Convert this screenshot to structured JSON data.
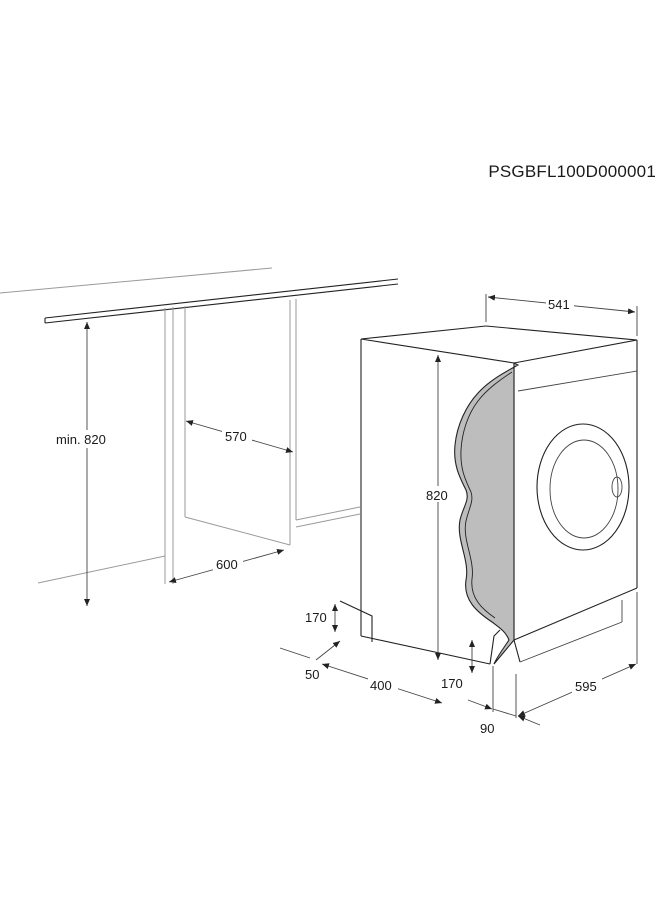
{
  "document": {
    "code": "PSGBFL100D000001"
  },
  "dimensions": {
    "d541": "541",
    "d570": "570",
    "min820": "min. 820",
    "d820": "820",
    "d600": "600",
    "d170_left": "170",
    "d50": "50",
    "d400": "400",
    "d170_right": "170",
    "d595": "595",
    "d90": "90"
  }
}
